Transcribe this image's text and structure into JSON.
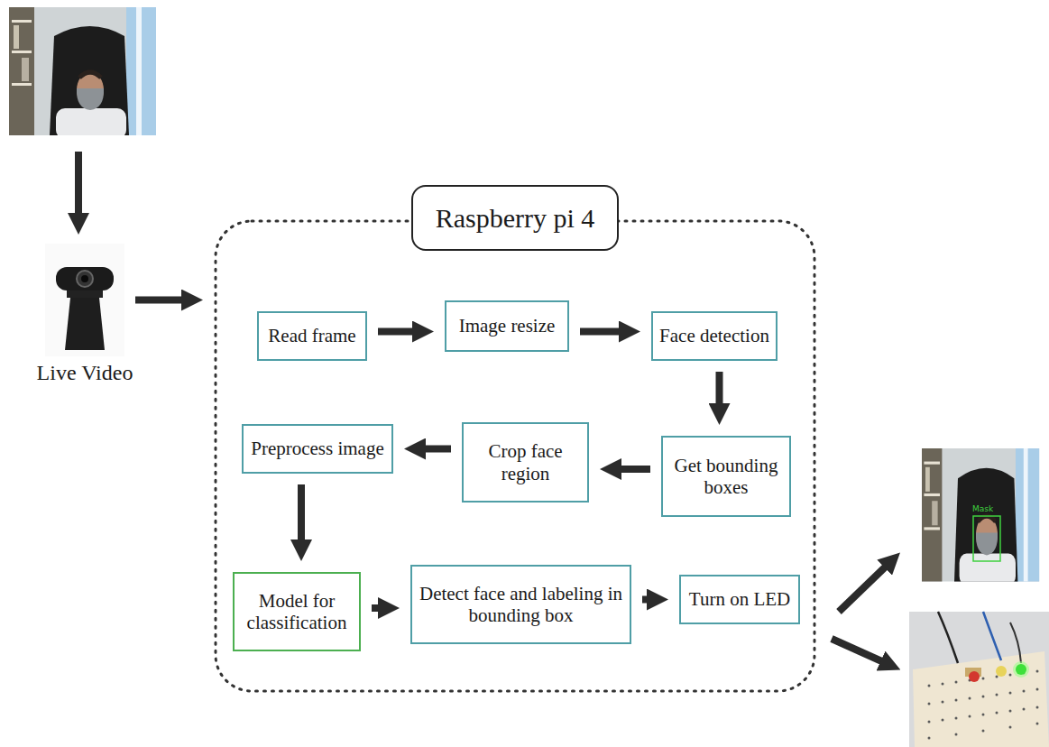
{
  "diagram": {
    "nodes": [
      {
        "text": [
          "Live Video"
        ]
      },
      {
        "text": [
          "Raspberry pi 4"
        ]
      },
      {
        "text": [
          "Read frame"
        ],
        "in": 1
      },
      {
        "text": [
          "Image resize"
        ],
        "in": 1
      },
      {
        "text": [
          "Face detection"
        ],
        "in": 1
      },
      {
        "text": [
          "Get bounding boxes"
        ],
        "in": 1
      },
      {
        "text": [
          "Crop face region"
        ],
        "in": 1
      },
      {
        "text": [
          "Preprocess image"
        ],
        "in": 1
      },
      {
        "text": [
          "Model for classification"
        ],
        "in": 1
      },
      {
        "text": [
          "Detect face and labeling in bounding box"
        ],
        "in": 1
      },
      {
        "text": [
          "Turn on LED"
        ],
        "in": 1
      }
    ],
    "edges": [
      {
        "from": 0,
        "to": 1,
        "arrow": "to"
      },
      {
        "from": 2,
        "to": 3,
        "arrow": "to"
      },
      {
        "from": 3,
        "to": 4,
        "arrow": "to"
      },
      {
        "from": 4,
        "to": 5,
        "arrow": "to"
      },
      {
        "from": 5,
        "to": 6,
        "arrow": "to"
      },
      {
        "from": 6,
        "to": 7,
        "arrow": "to"
      },
      {
        "from": 7,
        "to": 8,
        "arrow": "to"
      },
      {
        "from": 8,
        "to": 9,
        "arrow": "to"
      },
      {
        "from": 9,
        "to": 10,
        "arrow": "to"
      }
    ],
    "labels": [
      "Mask"
    ]
  }
}
